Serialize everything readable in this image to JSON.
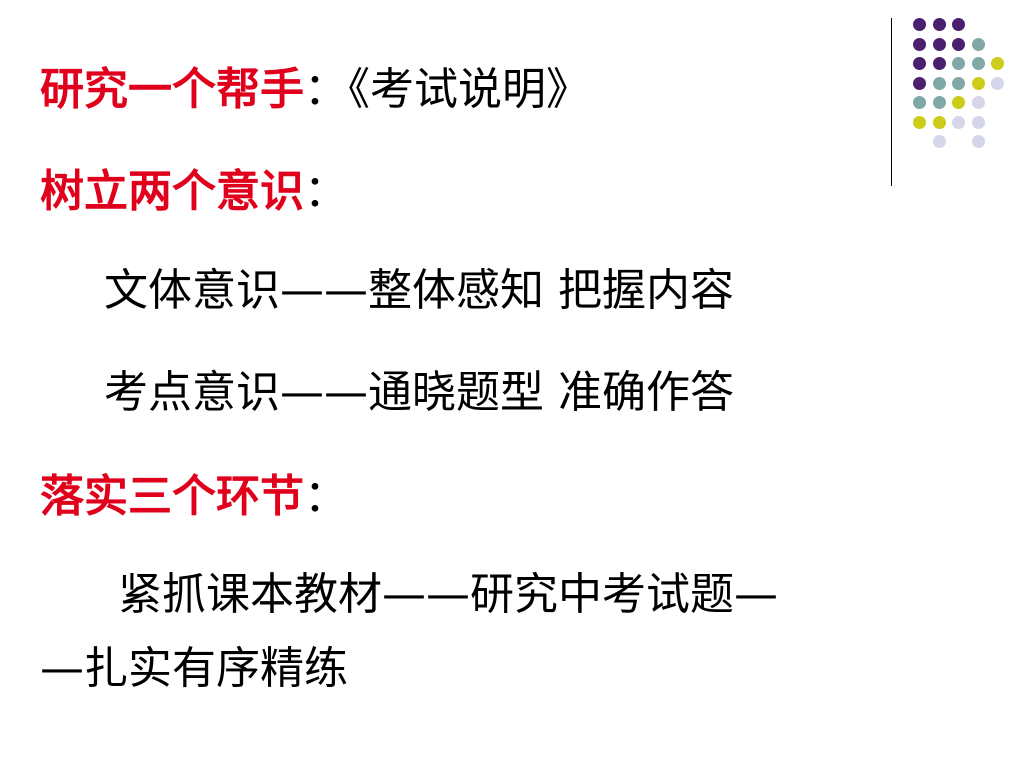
{
  "lines": {
    "l1": {
      "heading": "研究一个帮手",
      "rest": "：《考试说明》"
    },
    "l2": {
      "heading": "树立两个意识",
      "rest": "："
    },
    "l3": {
      "text": "文体意识——整体感知  把握内容"
    },
    "l4": {
      "text": "考点意识——通晓题型  准确作答"
    },
    "l5": {
      "heading": "落实三个环节",
      "rest": "："
    },
    "l6": {
      "text": "紧抓课本教材——研究中考试题—"
    },
    "l7": {
      "text": "—扎实有序精练"
    }
  },
  "colors": {
    "heading_red": "#e0001b",
    "purple": "#4b1f6f",
    "teal": "#7fa8a6",
    "yellow": "#cccc1a",
    "lavender": "#d6d6ea"
  },
  "decoration": {
    "dot_grid": [
      [
        "purple",
        "purple",
        "purple",
        "",
        ""
      ],
      [
        "purple",
        "purple",
        "purple",
        "teal",
        ""
      ],
      [
        "purple",
        "purple",
        "teal",
        "teal",
        "yellow"
      ],
      [
        "purple",
        "teal",
        "teal",
        "yellow",
        "lavender"
      ],
      [
        "teal",
        "teal",
        "yellow",
        "lavender",
        ""
      ],
      [
        "yellow",
        "yellow",
        "lavender",
        "lavender",
        ""
      ],
      [
        "",
        "lavender",
        "",
        "lavender",
        ""
      ]
    ]
  }
}
